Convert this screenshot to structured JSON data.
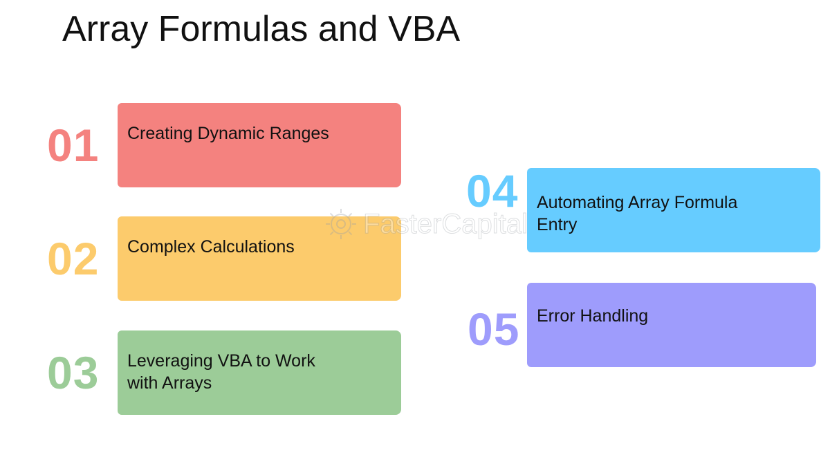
{
  "title": "Array Formulas and VBA",
  "colors": {
    "red": "#F4827F",
    "yellow": "#FCCB6C",
    "green": "#9CCC98",
    "blue": "#66CCFF",
    "purple": "#9E9CFC"
  },
  "items": [
    {
      "number": "01",
      "label": "Creating Dynamic Ranges",
      "color": "#F4827F"
    },
    {
      "number": "02",
      "label": "Complex Calculations",
      "color": "#FCCB6C"
    },
    {
      "number": "03",
      "label": "Leveraging VBA to Work with Arrays",
      "color": "#9CCC98"
    },
    {
      "number": "04",
      "label": "Automating Array Formula Entry",
      "color": "#66CCFF"
    },
    {
      "number": "05",
      "label": "Error Handling",
      "color": "#9E9CFC"
    }
  ],
  "watermark": {
    "text": "FasterCapital",
    "icon": "gear-icon"
  }
}
